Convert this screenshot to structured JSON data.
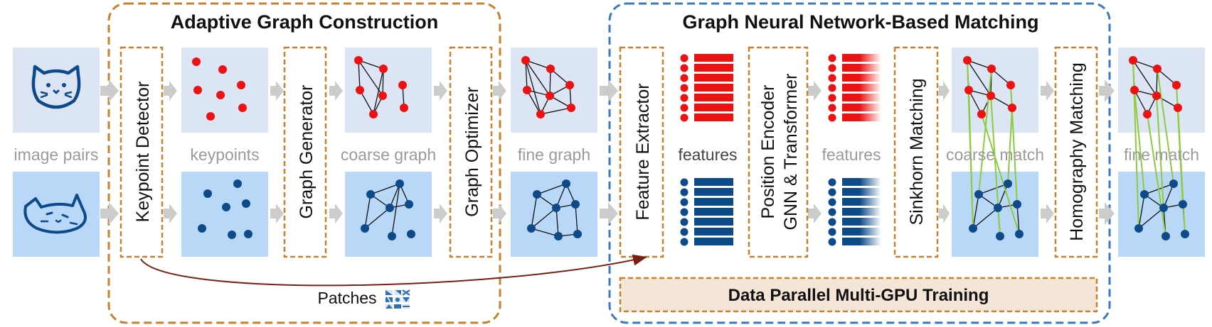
{
  "sections": {
    "left_title": "Adaptive Graph Construction",
    "right_title": "Graph Neural Network-Based Matching"
  },
  "stages": {
    "keypoint_detector": "Keypoint Detector",
    "graph_generator": "Graph Generator",
    "graph_optimizer": "Graph Optimizer",
    "feature_extractor": "Feature Extractor",
    "position_encoder_line1": "Position Encoder",
    "position_encoder_line2": "GNN & Transformer",
    "sinkhorn": "Sinkhorn Matching",
    "homography": "Homography Matching"
  },
  "captions": {
    "image_pairs": "image pairs",
    "keypoints": "keypoints",
    "coarse_graph": "coarse graph",
    "fine_graph": "fine graph",
    "features_1": "features",
    "features_2": "features",
    "coarse_match": "coarse match",
    "fine_match": "fine match"
  },
  "patches_label": "Patches",
  "training_label": "Data Parallel Multi-GPU Training",
  "colors": {
    "orange_dash": "#c8802d",
    "blue_dash": "#3a78c2",
    "light_panel_top": "#dbe5f3",
    "light_panel_bottom": "#b9d8f7",
    "red": "#ee1111",
    "navy": "#0d4a8a",
    "arrow_gray": "#cccccc",
    "match_line": "#8ccc3c",
    "curve": "#7a1f12",
    "training_fill": "#f4e6d6"
  }
}
